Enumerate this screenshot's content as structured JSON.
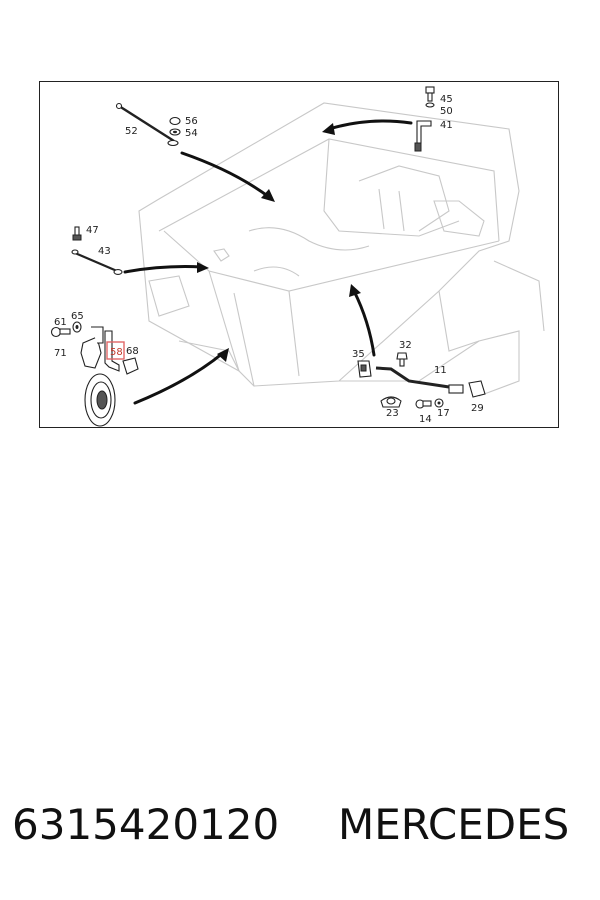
{
  "diagram": {
    "callouts": {
      "c52": "52",
      "c56": "56",
      "c54": "54",
      "c45": "45",
      "c50": "50",
      "c41": "41",
      "c47": "47",
      "c43": "43",
      "c61": "61",
      "c65": "65",
      "c71": "71",
      "c58": "58",
      "c68": "68",
      "c35": "35",
      "c32": "32",
      "c11": "11",
      "c23": "23",
      "c14": "14",
      "c17": "17",
      "c29": "29"
    },
    "highlighted_part": "58",
    "highlight_color": "#e06666"
  },
  "footer": {
    "part_number": "6315420120",
    "brand": "MERCEDES"
  }
}
